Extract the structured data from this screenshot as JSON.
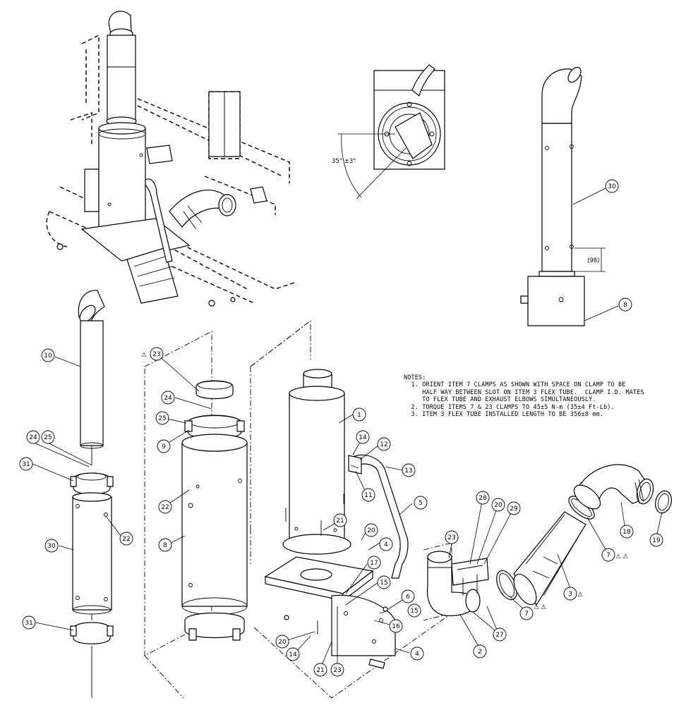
{
  "drawing": {
    "notes": {
      "header": "NOTES:",
      "lines": [
        "  1. ORIENT ITEM 7 CLAMPS AS SHOWN WITH SPACE ON CLAMP TO BE",
        "     HALF WAY BETWEEN SLOT ON ITEM 3 FLEX TUBE.  CLAMP I.D. MATES",
        "     TO FLEX TUBE AND EXHAUST ELBOWS SIMULTANEOUSLY.",
        "  2. TORQUE ITEMS 7 & 23 CLAMPS TO 45±5 N-m (35±4 Ft-Lb).",
        "  3. ITEM 3 FLEX TUBE INSTALLED LENGTH TO BE 356±8 mm."
      ]
    },
    "angle_dimension": "35° ±3°",
    "length_dimension": "(98)",
    "warning_symbol": "⚠",
    "callouts": [
      {
        "id": "c30a",
        "label": "30"
      },
      {
        "id": "c8a",
        "label": "8"
      },
      {
        "id": "c10",
        "label": "10"
      },
      {
        "id": "c23a",
        "label": "23"
      },
      {
        "id": "c24a",
        "label": "24"
      },
      {
        "id": "c25a",
        "label": "25"
      },
      {
        "id": "c9",
        "label": "9"
      },
      {
        "id": "c22a",
        "label": "22"
      },
      {
        "id": "c8b",
        "label": "8"
      },
      {
        "id": "c2425",
        "label": "24"
      },
      {
        "id": "c25b",
        "label": "25"
      },
      {
        "id": "c31a",
        "label": "31"
      },
      {
        "id": "c22b",
        "label": "22"
      },
      {
        "id": "c30b",
        "label": "30"
      },
      {
        "id": "c31b",
        "label": "31"
      },
      {
        "id": "c1",
        "label": "1"
      },
      {
        "id": "c14a",
        "label": "14"
      },
      {
        "id": "c12",
        "label": "12"
      },
      {
        "id": "c13",
        "label": "13"
      },
      {
        "id": "c11",
        "label": "11"
      },
      {
        "id": "c5",
        "label": "5"
      },
      {
        "id": "c21a",
        "label": "21"
      },
      {
        "id": "c20a",
        "label": "20"
      },
      {
        "id": "c4a",
        "label": "4"
      },
      {
        "id": "c17",
        "label": "17"
      },
      {
        "id": "c15a",
        "label": "15"
      },
      {
        "id": "c6",
        "label": "6"
      },
      {
        "id": "c15b",
        "label": "15"
      },
      {
        "id": "c16",
        "label": "16"
      },
      {
        "id": "c4b",
        "label": "4"
      },
      {
        "id": "c20b",
        "label": "20"
      },
      {
        "id": "c14b",
        "label": "14"
      },
      {
        "id": "c21b",
        "label": "21"
      },
      {
        "id": "c23b",
        "label": "23"
      },
      {
        "id": "c23c",
        "label": "23"
      },
      {
        "id": "c28",
        "label": "28"
      },
      {
        "id": "c20c",
        "label": "20"
      },
      {
        "id": "c29",
        "label": "29"
      },
      {
        "id": "c27",
        "label": "27"
      },
      {
        "id": "c2",
        "label": "2"
      },
      {
        "id": "c7a",
        "label": "7"
      },
      {
        "id": "c3",
        "label": "3"
      },
      {
        "id": "c7b",
        "label": "7"
      },
      {
        "id": "c18",
        "label": "18"
      },
      {
        "id": "c19",
        "label": "19"
      }
    ]
  }
}
